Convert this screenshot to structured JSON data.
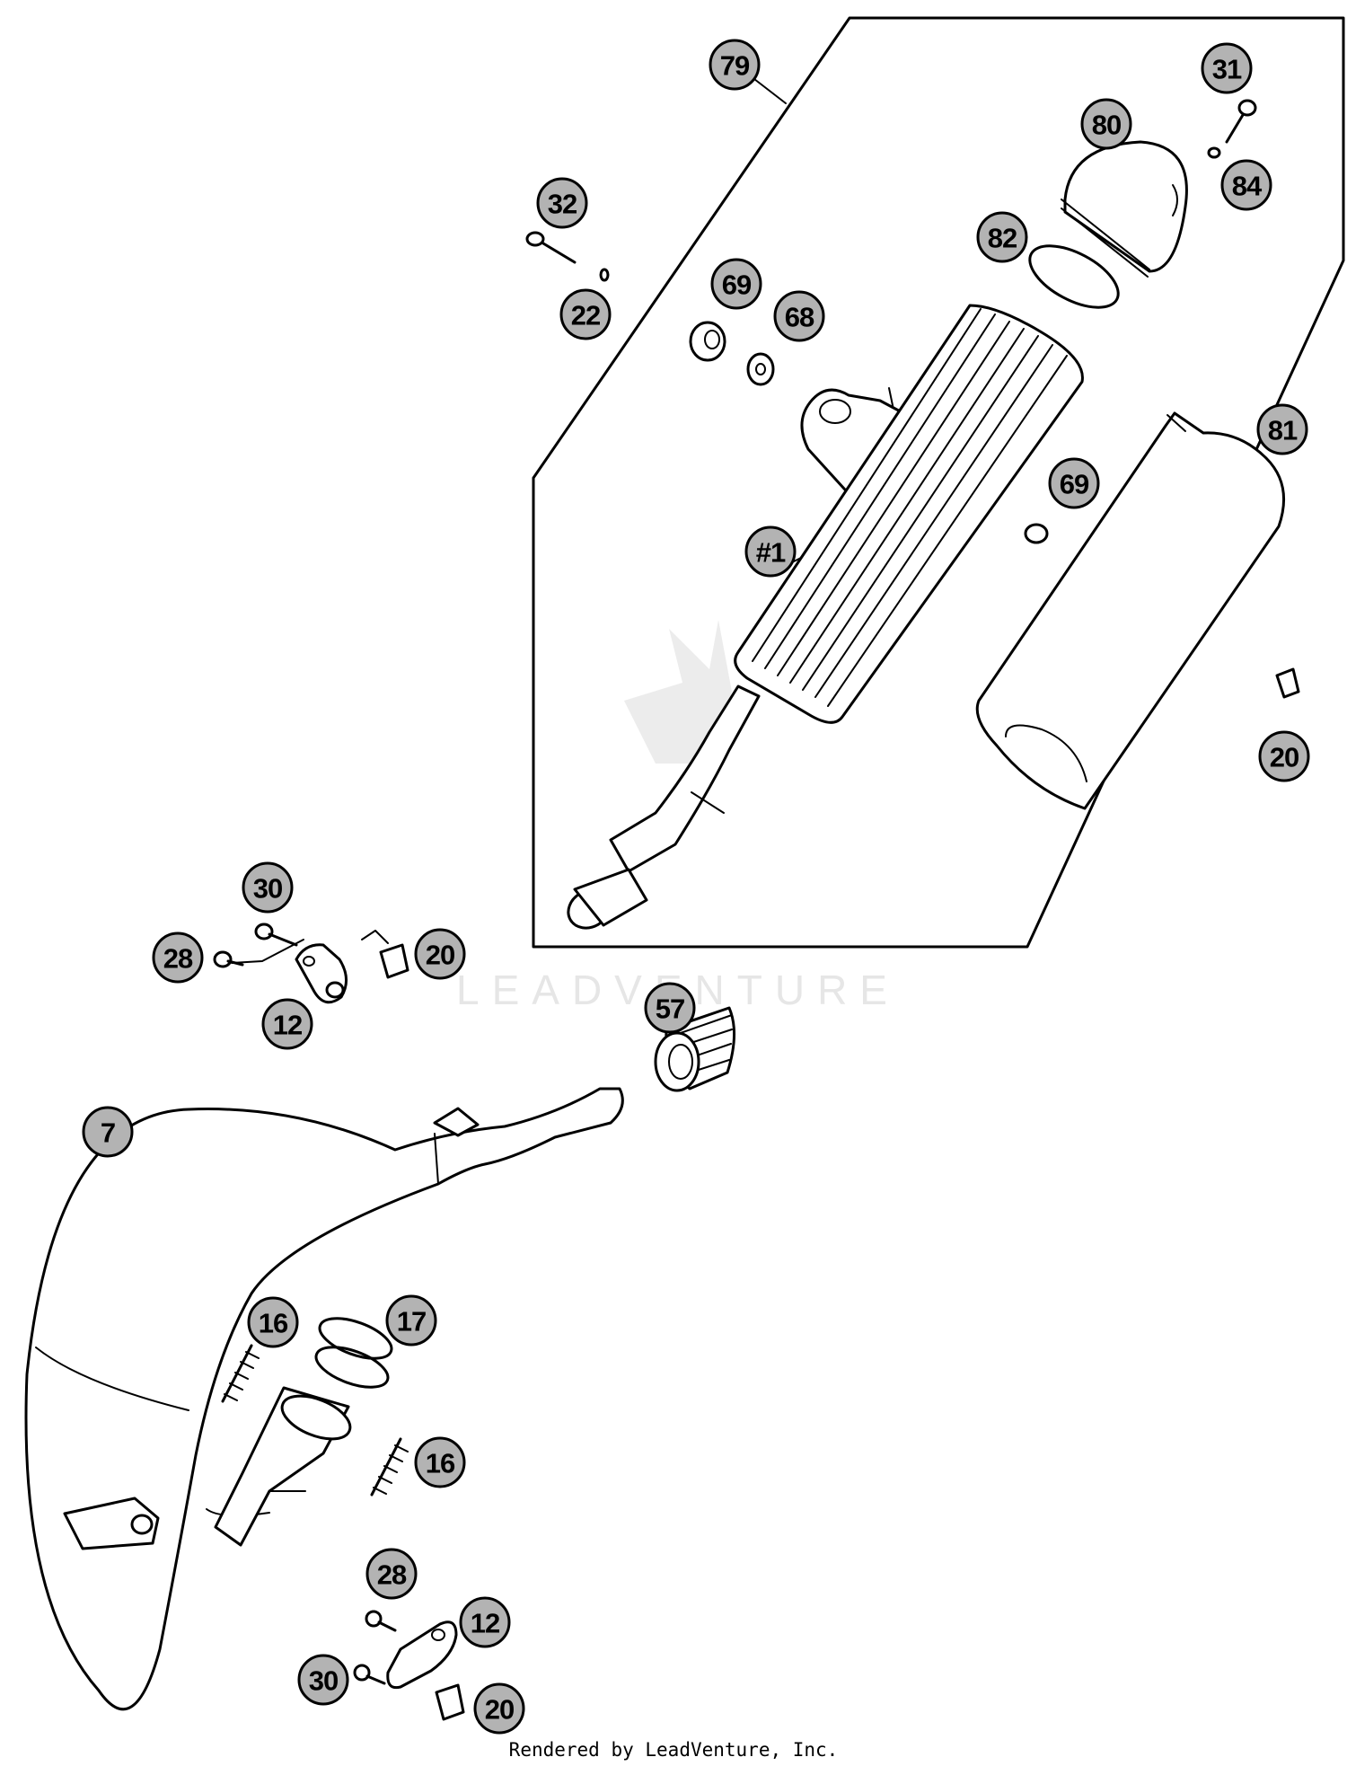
{
  "diagram": {
    "callouts": [
      {
        "id": "c79",
        "label": "79"
      },
      {
        "id": "c31",
        "label": "31"
      },
      {
        "id": "c80",
        "label": "80"
      },
      {
        "id": "c84",
        "label": "84"
      },
      {
        "id": "c32",
        "label": "32"
      },
      {
        "id": "c82",
        "label": "82"
      },
      {
        "id": "c22",
        "label": "22"
      },
      {
        "id": "c69a",
        "label": "69"
      },
      {
        "id": "c68",
        "label": "68"
      },
      {
        "id": "c81",
        "label": "81"
      },
      {
        "id": "c69b",
        "label": "69"
      },
      {
        "id": "c1",
        "label": "#1"
      },
      {
        "id": "c20a",
        "label": "20"
      },
      {
        "id": "c30a",
        "label": "30"
      },
      {
        "id": "c28a",
        "label": "28"
      },
      {
        "id": "c20b",
        "label": "20"
      },
      {
        "id": "c12a",
        "label": "12"
      },
      {
        "id": "c57",
        "label": "57"
      },
      {
        "id": "c7",
        "label": "7"
      },
      {
        "id": "c16a",
        "label": "16"
      },
      {
        "id": "c17",
        "label": "17"
      },
      {
        "id": "c16b",
        "label": "16"
      },
      {
        "id": "c28b",
        "label": "28"
      },
      {
        "id": "c12b",
        "label": "12"
      },
      {
        "id": "c30b",
        "label": "30"
      },
      {
        "id": "c20c",
        "label": "20"
      }
    ],
    "watermark": "LEADVENTURE"
  },
  "footer": {
    "text": "Rendered by LeadVenture, Inc."
  },
  "colors": {
    "callout_fill": "#b3b3b3",
    "line": "#000000",
    "watermark": "#e6e6e6"
  }
}
